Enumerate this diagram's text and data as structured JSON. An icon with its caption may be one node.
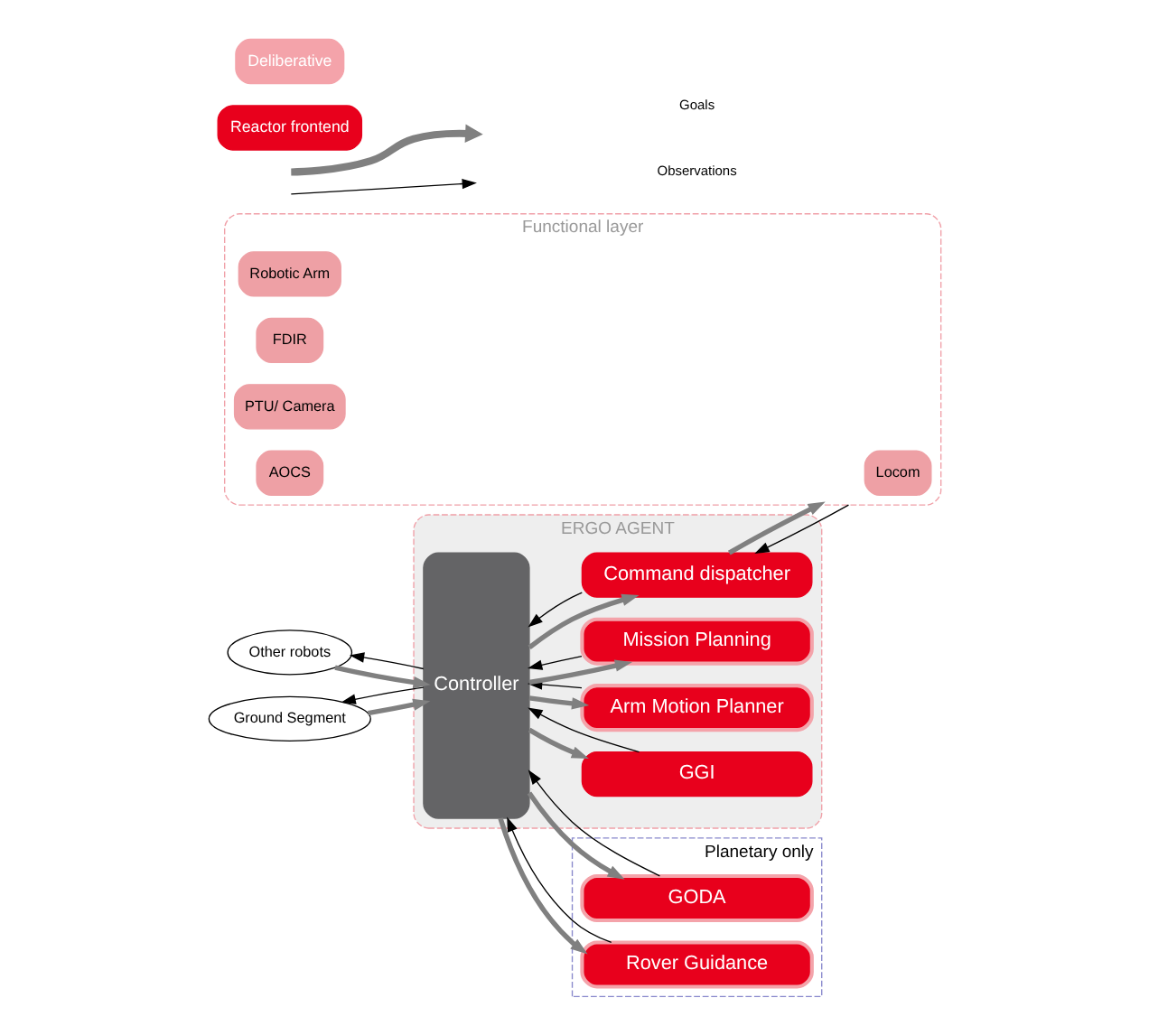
{
  "diagram": {
    "nodes": [
      {
        "text": [
          "ERGO AGENT"
        ]
      },
      {
        "text": [
          "Other robots"
        ]
      },
      {
        "text": [
          "Ground Segment"
        ]
      },
      {
        "text": [
          "Controller"
        ],
        "in": 0
      },
      {
        "text": [
          "GGI"
        ],
        "in": 0
      },
      {
        "text": [
          "Planetary only"
        ]
      },
      {
        "text": [
          "GODA"
        ],
        "in": 5
      },
      {
        "text": [
          "Rover Guidance"
        ],
        "in": 5
      },
      {
        "text": [
          "Arm Motion Planner"
        ],
        "in": 0
      },
      {
        "text": [
          "Mission Planning"
        ],
        "in": 0
      },
      {
        "text": [
          "Command dispatcher"
        ],
        "in": 0
      },
      {
        "text": [
          "Functional layer"
        ]
      },
      {
        "text": [
          "Locom"
        ],
        "in": 11
      },
      {
        "text": [
          "Robotic Arm"
        ],
        "in": 11
      },
      {
        "text": [
          "FDIR"
        ],
        "in": 11
      },
      {
        "text": [
          "PTU/ Camera"
        ],
        "in": 11
      },
      {
        "text": [
          "AOCS"
        ],
        "in": 11
      }
    ],
    "edges": [
      {
        "from": 1,
        "to": 3,
        "arrow": "to",
        "style": "thick",
        "color": "#808080"
      },
      {
        "from": 3,
        "to": 1,
        "arrow": "to",
        "color": "#000000"
      },
      {
        "from": 2,
        "to": 3,
        "arrow": "to",
        "style": "thick",
        "color": "#808080"
      },
      {
        "from": 3,
        "to": 2,
        "arrow": "to",
        "color": "#000000"
      },
      {
        "from": 3,
        "to": 4,
        "arrow": "to",
        "style": "thick",
        "color": "#808080"
      },
      {
        "from": 4,
        "to": 3,
        "arrow": "to",
        "color": "#000000"
      },
      {
        "from": 3,
        "to": 6,
        "arrow": "to",
        "style": "thick",
        "color": "#808080"
      },
      {
        "from": 6,
        "to": 3,
        "arrow": "to",
        "color": "#000000"
      },
      {
        "from": 3,
        "to": 7,
        "arrow": "to",
        "style": "thick",
        "color": "#808080"
      },
      {
        "from": 7,
        "to": 3,
        "arrow": "to",
        "color": "#000000"
      },
      {
        "from": 3,
        "to": 8,
        "arrow": "to",
        "style": "thick",
        "color": "#808080"
      },
      {
        "from": 8,
        "to": 3,
        "arrow": "to",
        "color": "#000000"
      },
      {
        "from": 3,
        "to": 9,
        "arrow": "to",
        "style": "thick",
        "color": "#808080"
      },
      {
        "from": 9,
        "to": 3,
        "arrow": "to",
        "color": "#000000"
      },
      {
        "from": 3,
        "to": 10,
        "arrow": "to",
        "style": "thick",
        "color": "#808080"
      },
      {
        "from": 10,
        "to": 3,
        "arrow": "to",
        "color": "#000000"
      },
      {
        "from": 11,
        "to": 10,
        "arrow": "to",
        "color": "#000000"
      },
      {
        "from": 10,
        "to": 11,
        "arrow": "to",
        "style": "thick",
        "color": "#808080"
      }
    ],
    "legend": [
      {
        "text": "Deliberative",
        "color": "#f4a3aa"
      },
      {
        "text": "Reactor frontend",
        "color": "#e8001c"
      },
      {
        "text": "Goals"
      },
      {
        "text": "Observations"
      }
    ]
  }
}
